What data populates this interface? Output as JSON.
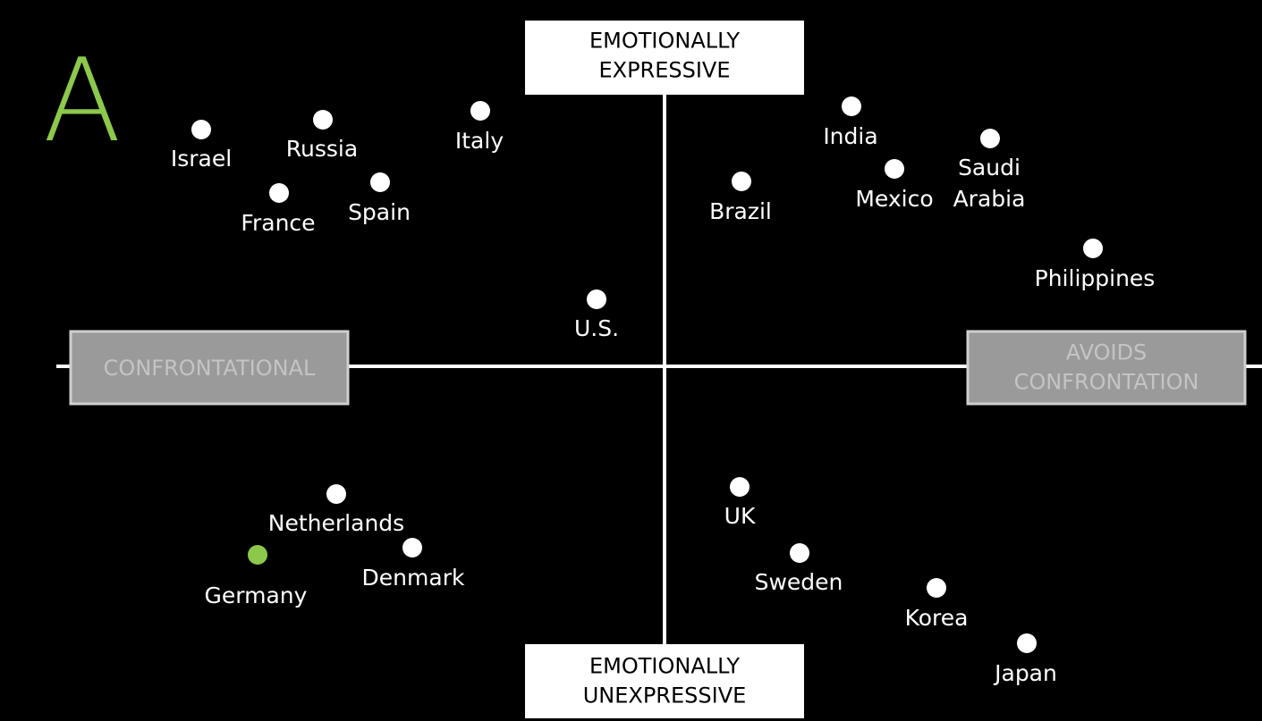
{
  "panel_letter": "A",
  "colors": {
    "background": "#000000",
    "point": "#ffffff",
    "highlight": "#8cc84b",
    "axis": "#ffffff",
    "side_box_fill": "#9a9a9a",
    "side_box_text": "#c4c4c4",
    "top_box_fill": "#ffffff",
    "top_box_text": "#000000"
  },
  "axes": {
    "top": {
      "lines": [
        "EMOTIONALLY",
        "EXPRESSIVE"
      ]
    },
    "bottom": {
      "lines": [
        "EMOTIONALLY",
        "UNEXPRESSIVE"
      ]
    },
    "left": {
      "lines": [
        "CONFRONTATIONAL"
      ]
    },
    "right": {
      "lines": [
        "AVOIDS",
        "CONFRONTATION"
      ]
    }
  },
  "countries": [
    {
      "lines": [
        "Israel"
      ]
    },
    {
      "lines": [
        "Russia"
      ]
    },
    {
      "lines": [
        "Italy"
      ]
    },
    {
      "lines": [
        "France"
      ]
    },
    {
      "lines": [
        "Spain"
      ]
    },
    {
      "lines": [
        "U.S."
      ]
    },
    {
      "lines": [
        "India"
      ]
    },
    {
      "lines": [
        "Saudi",
        "Arabia"
      ]
    },
    {
      "lines": [
        "Mexico"
      ]
    },
    {
      "lines": [
        "Brazil"
      ]
    },
    {
      "lines": [
        "Philippines"
      ]
    },
    {
      "lines": [
        "Netherlands"
      ]
    },
    {
      "lines": [
        "Denmark"
      ]
    },
    {
      "lines": [
        "Germany"
      ],
      "highlight": true
    },
    {
      "lines": [
        "UK"
      ]
    },
    {
      "lines": [
        "Sweden"
      ]
    },
    {
      "lines": [
        "Korea"
      ]
    },
    {
      "lines": [
        "Japan"
      ]
    }
  ]
}
